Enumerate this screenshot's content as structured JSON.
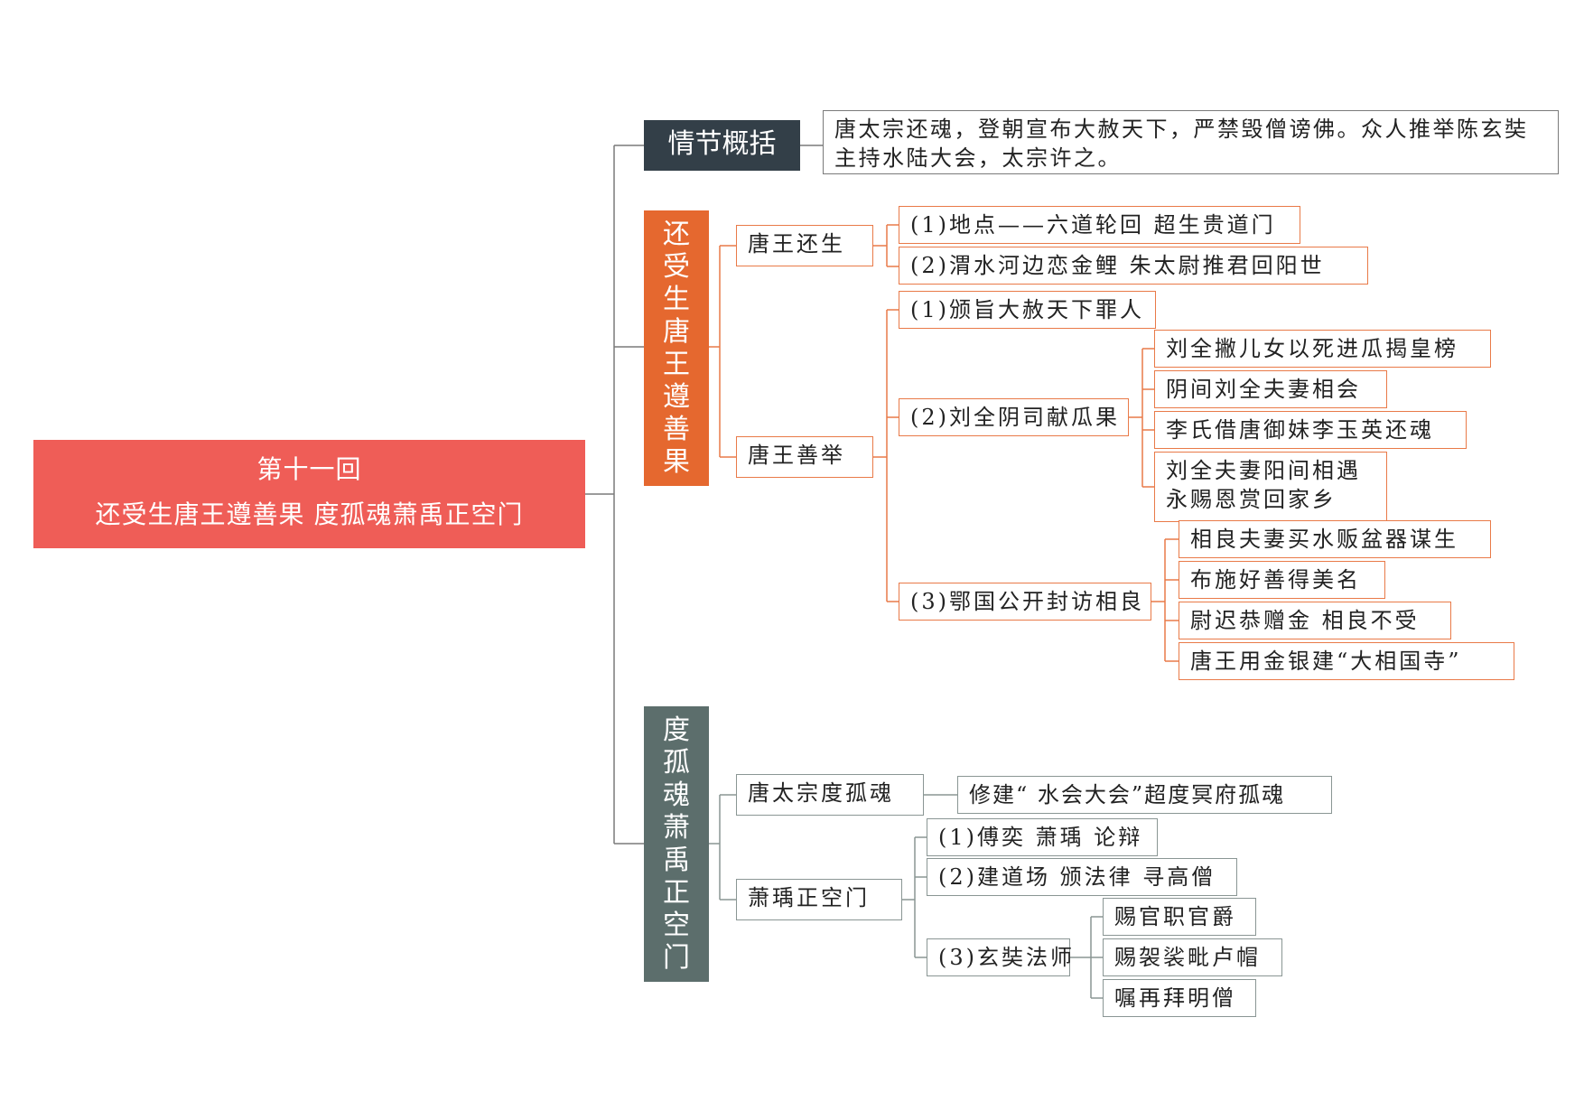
{
  "root": {
    "line1": "第十一回",
    "line2": "还受生唐王遵善果 度孤魂萧禹正空门"
  },
  "summary": {
    "header": "情节概括",
    "text": "唐太宗还魂，登朝宣布大赦天下，严禁毁僧谤佛。众人推举陈玄奘主持水陆大会，太宗许之。"
  },
  "section1": {
    "header": "还受生唐王遵善果",
    "huansheng": {
      "label": "唐王还生",
      "items": [
        "(1)地点——六道轮回 超生贵道门",
        "(2)渭水河边恋金鲤 朱太尉推君回阳世"
      ]
    },
    "shanju": {
      "label": "唐王善举",
      "item1": "(1)颁旨大赦天下罪人",
      "item2": {
        "label": "(2)刘全阴司献瓜果",
        "children": [
          "刘全撇儿女以死进瓜揭皇榜",
          "阴间刘全夫妻相会",
          "李氏借唐御妹李玉英还魂",
          "刘全夫妻阳间相遇永赐恩赏回家乡"
        ]
      },
      "item3": {
        "label": "(3)鄂国公开封访相良",
        "children": [
          "相良夫妻买水贩盆器谋生",
          "布施好善得美名",
          "尉迟恭赠金 相良不受",
          "唐王用金银建“大相国寺”"
        ]
      }
    }
  },
  "section2": {
    "header": "度孤魂萧禹正空门",
    "duguhun": {
      "label": "唐太宗度孤魂",
      "child": "修建“ 水会大会”超度冥府孤魂"
    },
    "xiaoyu": {
      "label": "萧瑀正空门",
      "item1": "(1)傅奕 萧瑀 论辩",
      "item2": "(2)建道场 颁法律 寻高僧",
      "item3": {
        "label": "(3)玄奘法师",
        "children": [
          "赐官职官爵",
          "赐袈裟毗卢帽",
          "嘱再拜明僧"
        ]
      }
    }
  },
  "colors": {
    "root": "#ef5d57",
    "dark_header": "#333f48",
    "orange_header": "#e5682f",
    "gray_header": "#5c6e6c",
    "orange_line": "#e97a48",
    "gray_line": "#8a9694"
  }
}
